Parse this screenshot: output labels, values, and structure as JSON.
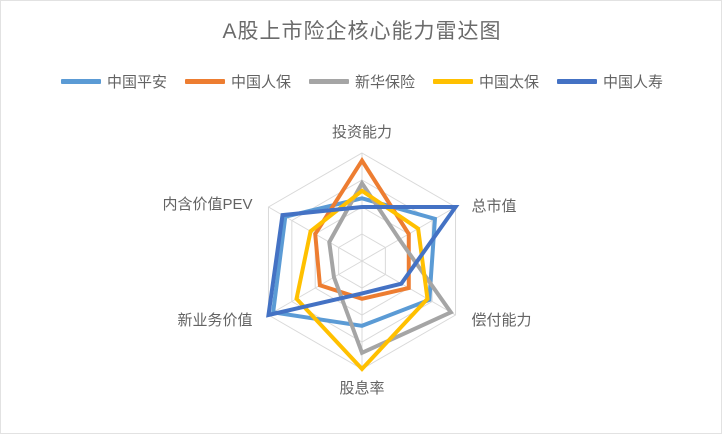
{
  "chart_title": "A股上市险企核心能力雷达图",
  "legend": {
    "position": "top",
    "items": [
      {
        "label": "中国平安",
        "color": "#5B9BD5",
        "icon": "line-swatch-icon"
      },
      {
        "label": "中国人保",
        "color": "#ED7D31",
        "icon": "line-swatch-icon"
      },
      {
        "label": "新华保险",
        "color": "#A5A5A5",
        "icon": "line-swatch-icon"
      },
      {
        "label": "中国太保",
        "color": "#FFC000",
        "icon": "line-swatch-icon"
      },
      {
        "label": "中国人寿",
        "color": "#4472C4",
        "icon": "line-swatch-icon"
      }
    ]
  },
  "axis_labels": {
    "top": "投资能力",
    "top_right": "总市值",
    "bottom_right": "偿付能力",
    "bottom": "股息率",
    "bottom_left": "新业务价值",
    "top_left": "内含价值PEV"
  },
  "chart_data": {
    "type": "radar",
    "title": "A股上市险企核心能力雷达图",
    "xlabel": "",
    "ylabel": "",
    "categories": [
      "投资能力",
      "总市值",
      "偿付能力",
      "股息率",
      "新业务价值",
      "内含价值PEV"
    ],
    "rmin": 0,
    "rmax": 1,
    "rings": 4,
    "grid": true,
    "grid_shape": "hexagon",
    "grid_color": "#D9D9D9",
    "legend_position": "top",
    "series": [
      {
        "name": "中国平安",
        "color": "#5B9BD5",
        "values": [
          0.58,
          0.78,
          0.72,
          0.6,
          0.95,
          0.82
        ]
      },
      {
        "name": "中国人保",
        "color": "#ED7D31",
        "values": [
          0.93,
          0.5,
          0.5,
          0.35,
          0.45,
          0.5
        ]
      },
      {
        "name": "新华保险",
        "color": "#A5A5A5",
        "values": [
          0.72,
          0.4,
          0.95,
          0.85,
          0.3,
          0.35
        ]
      },
      {
        "name": "中国太保",
        "color": "#FFC000",
        "values": [
          0.65,
          0.6,
          0.7,
          1.0,
          0.7,
          0.55
        ]
      },
      {
        "name": "中国人寿",
        "color": "#4472C4",
        "values": [
          0.5,
          1.0,
          0.42,
          0.3,
          1.0,
          0.85
        ]
      }
    ]
  }
}
